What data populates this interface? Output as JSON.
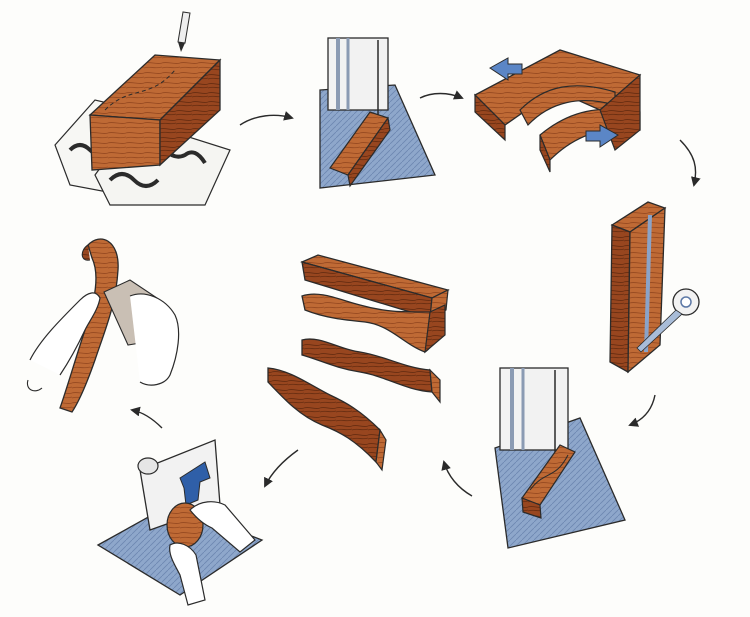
{
  "diagram": {
    "steps": [
      {
        "id": "trace-template",
        "icon": "pencil-tracing-icon"
      },
      {
        "id": "bandsaw-rip",
        "icon": "bandsaw-icon"
      },
      {
        "id": "clamp-glue",
        "icon": "clamp-icon"
      },
      {
        "id": "tape-blank",
        "icon": "tape-roll-icon"
      },
      {
        "id": "bandsaw-cut-curve",
        "icon": "bandsaw-icon"
      },
      {
        "id": "cut-pieces",
        "icon": "curved-pieces-icon"
      },
      {
        "id": "belt-sand",
        "icon": "sander-icon"
      },
      {
        "id": "hand-sand-finish",
        "icon": "sandpaper-icon"
      }
    ],
    "colors": {
      "wood": "#b8602e",
      "wood_dark": "#7a3a18",
      "table": "#8aa3c8",
      "table_dark": "#5c78a6",
      "arrow": "#2a2a2a",
      "ink": "#2b2b2b",
      "skin": "#ffffff",
      "paper": "#f7f7f4"
    }
  }
}
